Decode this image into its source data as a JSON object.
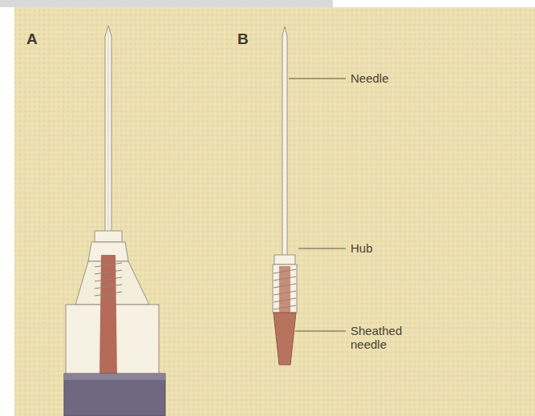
{
  "diagram": {
    "labels": [
      "A",
      "B",
      "Needle",
      "Hub",
      "Sheathed needle"
    ]
  }
}
